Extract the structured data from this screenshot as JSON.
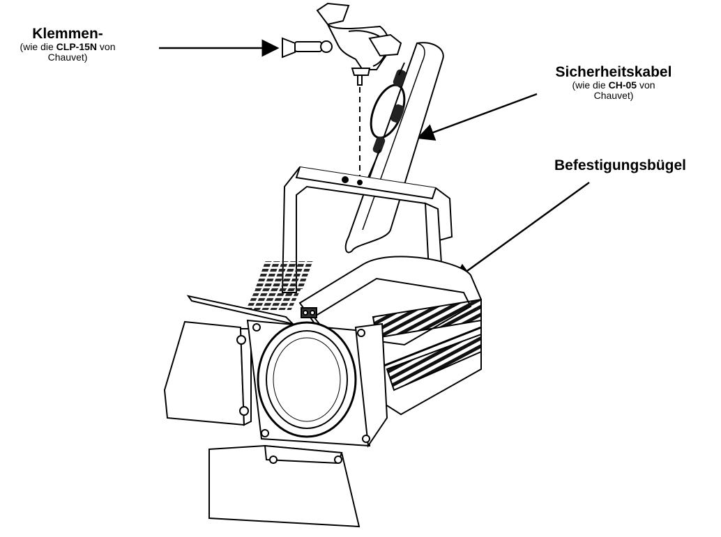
{
  "callouts": {
    "clamp": {
      "title": "Klemmen-",
      "sub_prefix": "(wie die ",
      "sub_bold": "CLP-15N",
      "sub_mid": " von",
      "sub_line2": "Chauvet)"
    },
    "safety_cable": {
      "title": "Sicherheitskabel",
      "sub_prefix": "(wie die ",
      "sub_bold": "CH-05",
      "sub_mid": " von",
      "sub_line2": "Chauvet)"
    },
    "bracket": {
      "title": "Befestigungsbügel"
    }
  },
  "colors": {
    "line": "#000000",
    "fill": "#ffffff",
    "dark": "#1a1a1a"
  }
}
